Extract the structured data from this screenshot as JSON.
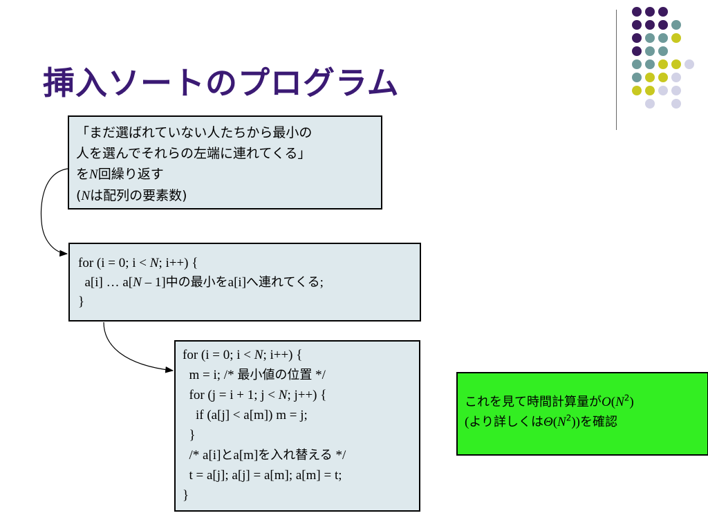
{
  "title": "挿入ソートのプログラム",
  "decoration": {
    "colors": {
      "purple": "#3c1a5e",
      "teal": "#6e9a9a",
      "yellow": "#c8c820",
      "lavender": "#d2d2e6"
    }
  },
  "desc_box": {
    "line1": "「まだ選ばれていない人たちから最小の",
    "line2": "人を選んでそれらの左端に連れてくる」",
    "line3_pre": "を",
    "line3_var": "N",
    "line3_post": "回繰り返す",
    "line4_open": "(",
    "line4_var": "N",
    "line4_post": "は配列の要素数)"
  },
  "loop_box": {
    "l1_pre": "for (i = 0; i < ",
    "l1_var": "N",
    "l1_post": "; i++) {",
    "l2_a": "  a[i] … a[",
    "l2_var": "N",
    "l2_b": " – 1]",
    "l2_jp": "中の最小を",
    "l2_c": "a[i]",
    "l2_jp2": "へ連れてくる",
    "l2_d": ";",
    "l3": "}"
  },
  "code_box": {
    "l1_pre": "for (i = 0; i < ",
    "l1_var": "N",
    "l1_post": "; i++) {",
    "l2_pre": "  m = i; /* ",
    "l2_jp": "最小値の位置",
    "l2_post": " */",
    "l3_pre": "  for (j = i + 1; j < ",
    "l3_var": "N",
    "l3_post": "; j++) {",
    "l4": "    if (a[j] < a[m]) m = j;",
    "l5": "  }",
    "l6_pre": "  /* a[i]",
    "l6_jp": "と",
    "l6_mid": "a[m]",
    "l6_jp2": "を入れ替える",
    "l6_post": " */",
    "l7": "  t = a[j]; a[j] = a[m]; a[m] = t;",
    "l8": "}"
  },
  "note_box": {
    "l1_jp": "これを見て時間計算量が",
    "l1_O": "O",
    "l1_paren_open": "(",
    "l1_N": "N",
    "l1_sup": "2",
    "l1_paren_close": ")",
    "l2_open": "(",
    "l2_jp": "より詳しくは",
    "l2_theta": "Θ",
    "l2_paren_open": "(",
    "l2_N": "N",
    "l2_sup": "2",
    "l2_paren_close": "))",
    "l2_jp2": "を確認"
  }
}
